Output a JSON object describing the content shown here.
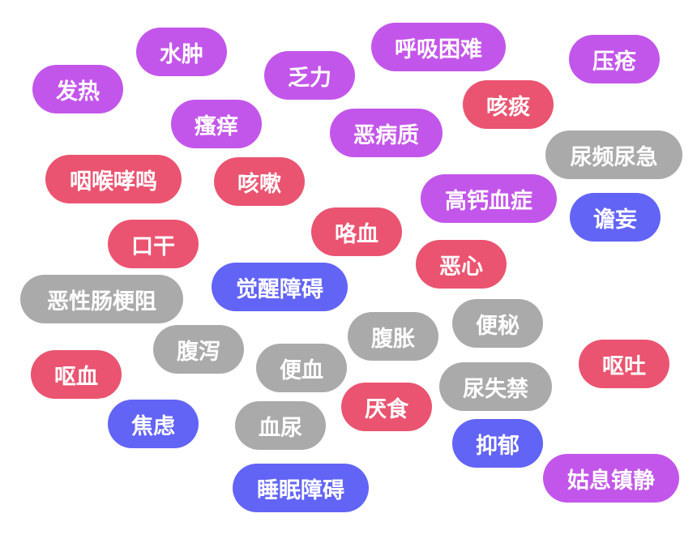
{
  "palette": {
    "purple": "#c356ea",
    "red": "#ea5470",
    "gray": "#aaaaaa",
    "blue": "#6264f6"
  },
  "tags": [
    {
      "label": "水肿",
      "color": "purple"
    },
    {
      "label": "发热",
      "color": "purple"
    },
    {
      "label": "乏力",
      "color": "purple"
    },
    {
      "label": "呼吸困难",
      "color": "purple"
    },
    {
      "label": "压疮",
      "color": "purple"
    },
    {
      "label": "咳痰",
      "color": "red"
    },
    {
      "label": "瘙痒",
      "color": "purple"
    },
    {
      "label": "恶病质",
      "color": "purple"
    },
    {
      "label": "尿频尿急",
      "color": "gray"
    },
    {
      "label": "咽喉哮鸣",
      "color": "red"
    },
    {
      "label": "咳嗽",
      "color": "red"
    },
    {
      "label": "高钙血症",
      "color": "purple"
    },
    {
      "label": "谵妄",
      "color": "blue"
    },
    {
      "label": "口干",
      "color": "red"
    },
    {
      "label": "咯血",
      "color": "red"
    },
    {
      "label": "恶心",
      "color": "red"
    },
    {
      "label": "恶性肠梗阻",
      "color": "gray"
    },
    {
      "label": "觉醒障碍",
      "color": "blue"
    },
    {
      "label": "便秘",
      "color": "gray"
    },
    {
      "label": "腹泻",
      "color": "gray"
    },
    {
      "label": "腹胀",
      "color": "gray"
    },
    {
      "label": "便血",
      "color": "gray"
    },
    {
      "label": "呕吐",
      "color": "red"
    },
    {
      "label": "呕血",
      "color": "red"
    },
    {
      "label": "尿失禁",
      "color": "gray"
    },
    {
      "label": "厌食",
      "color": "red"
    },
    {
      "label": "焦虑",
      "color": "blue"
    },
    {
      "label": "血尿",
      "color": "gray"
    },
    {
      "label": "抑郁",
      "color": "blue"
    },
    {
      "label": "姑息镇静",
      "color": "purple"
    },
    {
      "label": "睡眠障碍",
      "color": "blue"
    }
  ]
}
